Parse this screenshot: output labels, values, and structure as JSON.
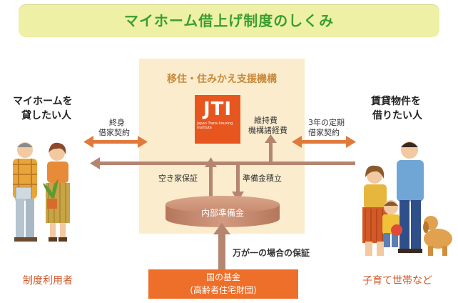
{
  "title": "マイホーム借上げ制度のしくみ",
  "organization": {
    "name": "移住・住みかえ支援機構",
    "logo_text": "JTI",
    "logo_subtext": "Japan Trans-housing Institute"
  },
  "left_party": {
    "heading_line1": "マイホームを",
    "heading_line2": "貸したい人",
    "label": "制度利用者"
  },
  "right_party": {
    "heading_line1": "賃貸物件を",
    "heading_line2": "借りたい人",
    "label": "子育て世帯など"
  },
  "flows": {
    "lifetime_lease_line1": "終身",
    "lifetime_lease_line2": "借家契約",
    "fixed_lease_line1": "3年の定期",
    "fixed_lease_line2": "借家契約",
    "maintenance_line1": "維持費",
    "maintenance_line2": "機構諸経費",
    "vacancy_guarantee": "空き家保証",
    "reserve_accumulation": "準備金積立",
    "emergency_guarantee": "万が一の場合の保証"
  },
  "internal_reserve": "内部準備金",
  "fund": {
    "line1": "国の基金",
    "line2": "(高齢者住宅財団)"
  },
  "colors": {
    "title_bg": "#eef0a6",
    "title_text": "#3a9e2e",
    "panel_bg": "#fbeccd",
    "logo_bg": "#e8561f",
    "accent_orange": "#ee6f2a",
    "arrow": "#c07a5a",
    "label_red": "#d0582a"
  }
}
